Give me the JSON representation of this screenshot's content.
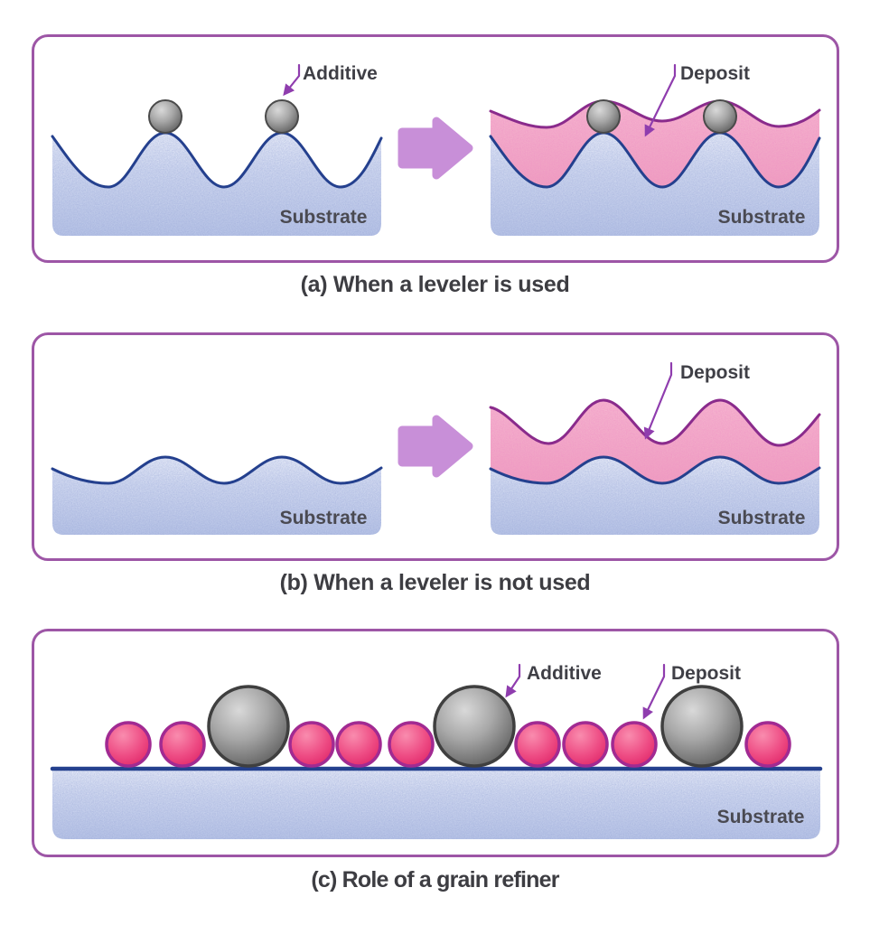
{
  "figure": {
    "panels": [
      {
        "caption": "(a) When a leveler is used",
        "labels": {
          "additive": "Additive",
          "deposit": "Deposit",
          "substrate_left": "Substrate",
          "substrate_right": "Substrate"
        },
        "particles": {
          "additive_count_per_side": 2
        }
      },
      {
        "caption": "(b) When a leveler is not used",
        "labels": {
          "deposit": "Deposit",
          "substrate_left": "Substrate",
          "substrate_right": "Substrate"
        }
      },
      {
        "caption": "(c) Role of a grain refiner",
        "labels": {
          "additive": "Additive",
          "deposit": "Deposit",
          "substrate": "Substrate"
        },
        "particles": {
          "additive_count": 3,
          "deposit_count": 9
        }
      }
    ],
    "colors": {
      "panel_border": "#9d56a6",
      "transform_arrow": "#c88fd8",
      "leader_arrow": "#8f3dae",
      "substrate_fill": "#c8d2ec",
      "substrate_outline": "#24408e",
      "deposit_fill": "#f3abc7",
      "deposit_outline": "#8a2b8c",
      "additive_sphere": "#8a8a8a",
      "deposit_sphere": "#e62e6c",
      "label_text": "#3f3f46",
      "caption_text": "#3d3d42"
    }
  }
}
